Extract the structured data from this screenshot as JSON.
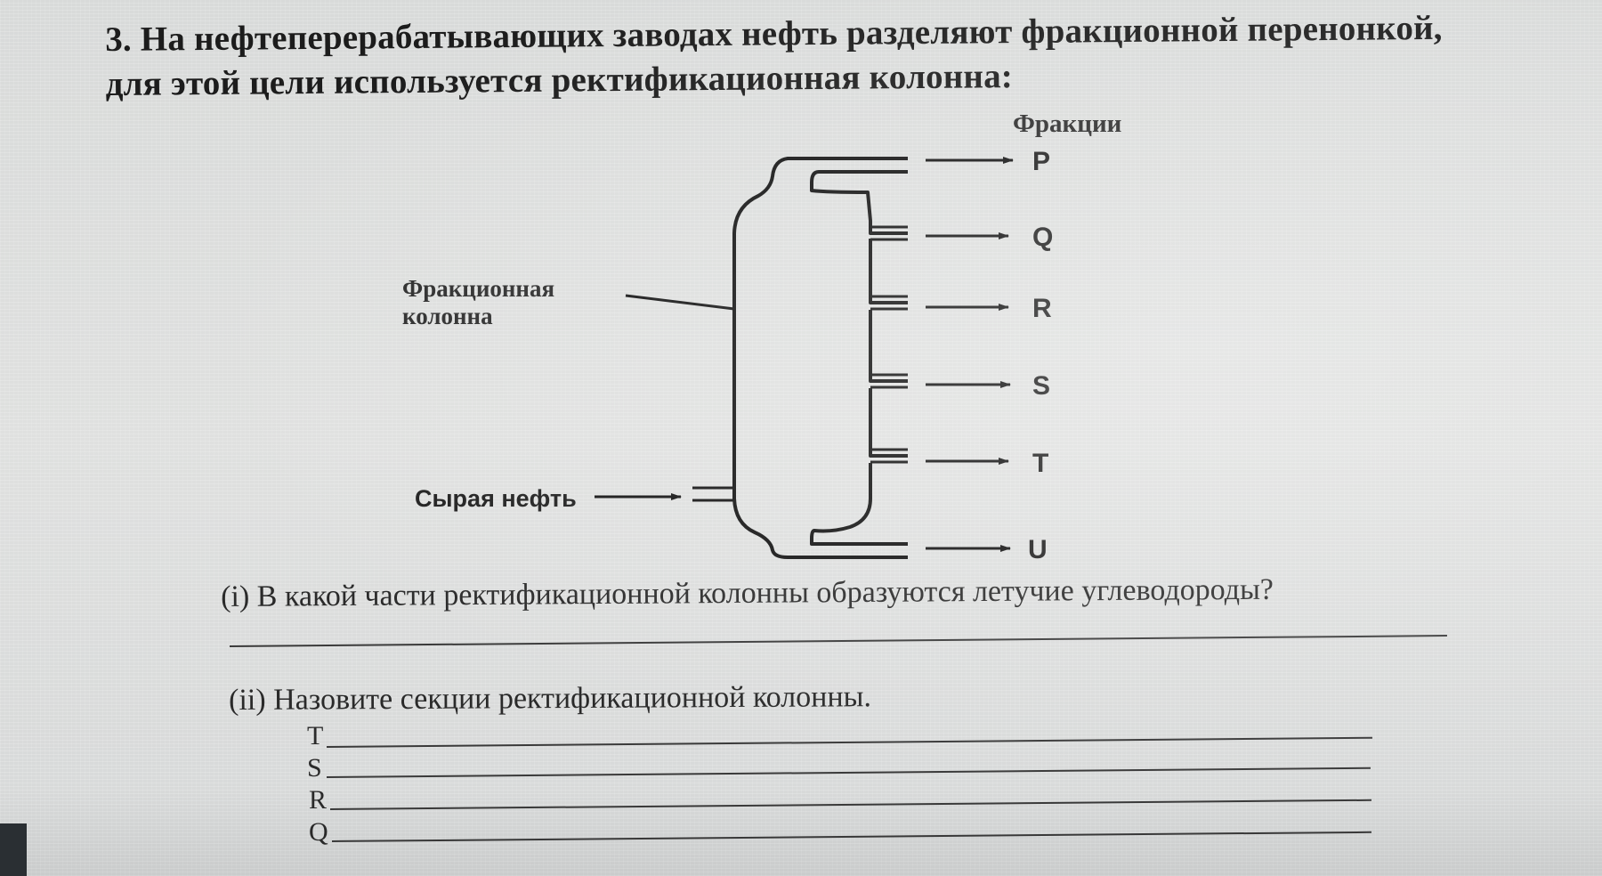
{
  "question": {
    "number": "3.",
    "text": "На нефтеперерабатывающих заводах нефть разделяют фракционной перенонкой, для этой цели используется ректификационная колонна:"
  },
  "diagram": {
    "fractions_header": "Фракции",
    "column_label_line1": "Фракционная",
    "column_label_line2": "колонна",
    "input_label": "Сырая нефть",
    "fractions": [
      "P",
      "Q",
      "R",
      "S",
      "T",
      "U"
    ]
  },
  "sub_questions": {
    "i": "(i) В какой части ректификационной колонны образуются летучие углеводороды?",
    "ii": "(ii) Назовите секции ректификационной колонны."
  },
  "answer_letters": [
    "T",
    "S",
    "R",
    "Q"
  ]
}
